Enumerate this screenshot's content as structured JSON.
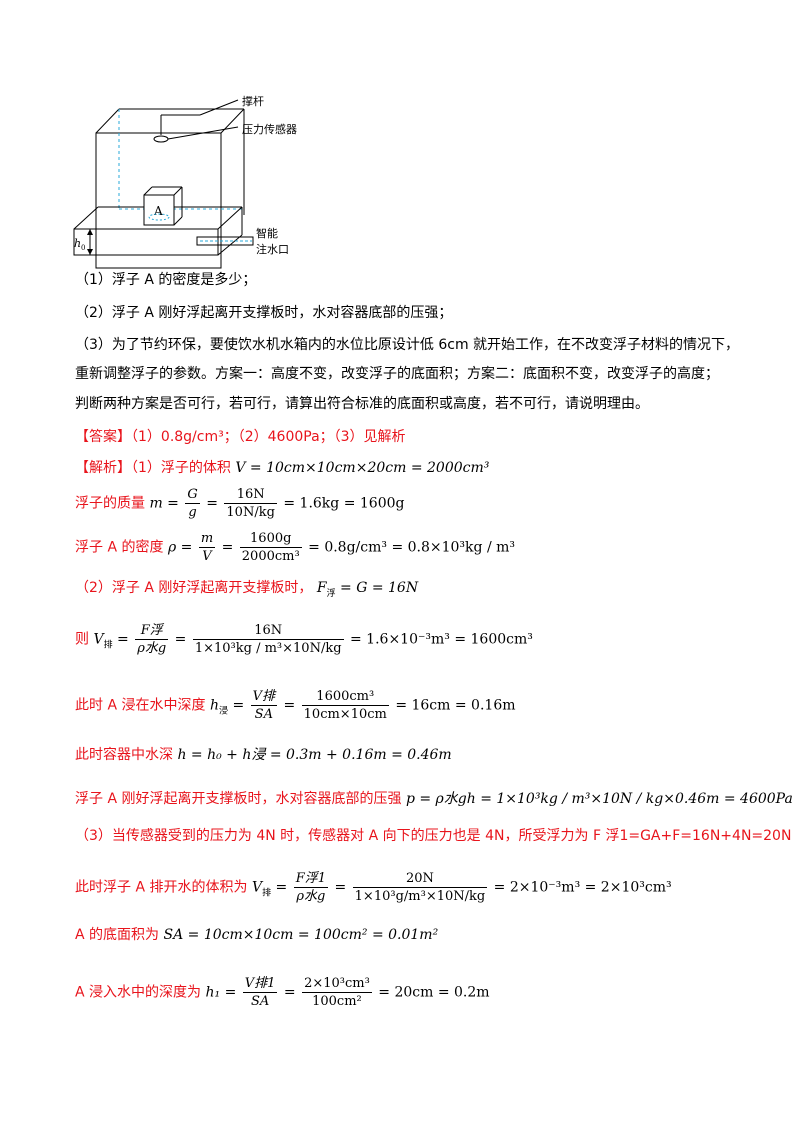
{
  "figure": {
    "labels": {
      "rod": "撑杆",
      "sensor": "压力传感器",
      "float": "A",
      "h0": "h",
      "h0_sub": "0",
      "inlet_1": "智能",
      "inlet_2": "注水口"
    }
  },
  "questions": [
    "（1）浮子 A 的密度是多少；",
    "（2）浮子 A 刚好浮起离开支撑板时，水对容器底部的压强；",
    "（3）为了节约环保，要使饮水机水箱内的水位比原设计低 6cm 就开始工作，在不改变浮子材料的情况下，",
    "重新调整浮子的参数。方案一：高度不变，改变浮子的底面积；方案二：底面积不变，改变浮子的高度；",
    "判断两种方案是否可行，若可行，请算出符合标准的底面积或高度，若不可行，请说明理由。"
  ],
  "answer": "【答案】（1）0.8g/cm³；（2）4600Pa；（3）见解析",
  "solution": {
    "l1_prefix": "【解析】（1）浮子的体积",
    "l1_expr": "V = 10cm×10cm×20cm = 2000cm³",
    "l2_prefix": "浮子的质量",
    "l2_a": "m =",
    "l2_frac1_num": "G",
    "l2_frac1_den": "g",
    "l2_b": "=",
    "l2_frac2_num": "16N",
    "l2_frac2_den": "10N/kg",
    "l2_c": "= 1.6kg = 1600g",
    "l3_prefix": "浮子 A 的密度",
    "l3_a": "ρ =",
    "l3_frac1_num": "m",
    "l3_frac1_den": "V",
    "l3_b": "=",
    "l3_frac2_num": "1600g",
    "l3_frac2_den": "2000cm³",
    "l3_c": "= 0.8g/cm³ = 0.8×10³kg / m³",
    "l4_prefix": "（2）浮子 A 刚好浮起离开支撑板时，",
    "l4_expr_F": "F",
    "l4_expr_sub": "浮",
    "l4_expr_rest": "= G = 16N",
    "l5_prefix": "则",
    "l5_V": "V",
    "l5_V_sub": "排",
    "l5_a": "=",
    "l5_frac1_num": "F浮",
    "l5_frac1_den": "ρ水g",
    "l5_b": "=",
    "l5_frac2_num": "16N",
    "l5_frac2_den": "1×10³kg / m³×10N/kg",
    "l5_c": "= 1.6×10⁻³m³ = 1600cm³",
    "l6_prefix": "此时 A 浸在水中深度",
    "l6_h": "h",
    "l6_h_sub": "浸",
    "l6_a": "=",
    "l6_frac1_num": "V排",
    "l6_frac1_den": "SA",
    "l6_b": "=",
    "l6_frac2_num": "1600cm³",
    "l6_frac2_den": "10cm×10cm",
    "l6_c": "= 16cm = 0.16m",
    "l7_prefix": "此时容器中水深",
    "l7_expr": "h = h₀ + h浸 = 0.3m + 0.16m = 0.46m",
    "l8_prefix": "浮子 A 刚好浮起离开支撑板时，水对容器底部的压强",
    "l8_expr": "p = ρ水gh = 1×10³kg / m³×10N / kg×0.46m = 4600Pa",
    "l9": "（3）当传感器受到的压力为 4N 时，传感器对 A 向下的压力也是 4N，所受浮力为 F 浮1=GA+F=16N+4N=20N",
    "l10_prefix": "此时浮子 A 排开水的体积为",
    "l10_V": "V",
    "l10_V_sub": "排",
    "l10_a": "=",
    "l10_frac1_num": "F浮1",
    "l10_frac1_den": "ρ水g",
    "l10_b": "=",
    "l10_frac2_num": "20N",
    "l10_frac2_den": "1×10³g/m³×10N/kg",
    "l10_c": "= 2×10⁻³m³ = 2×10³cm³",
    "l11_prefix": "A 的底面积为",
    "l11_expr": "SA = 10cm×10cm = 100cm² = 0.01m²",
    "l12_prefix": "A 浸入水中的深度为",
    "l12_h": "h₁ =",
    "l12_frac1_num": "V排1",
    "l12_frac1_den": "SA",
    "l12_a": "=",
    "l12_frac2_num": "2×10³cm³",
    "l12_frac2_den": "100cm²",
    "l12_b": "= 20cm = 0.2m"
  }
}
